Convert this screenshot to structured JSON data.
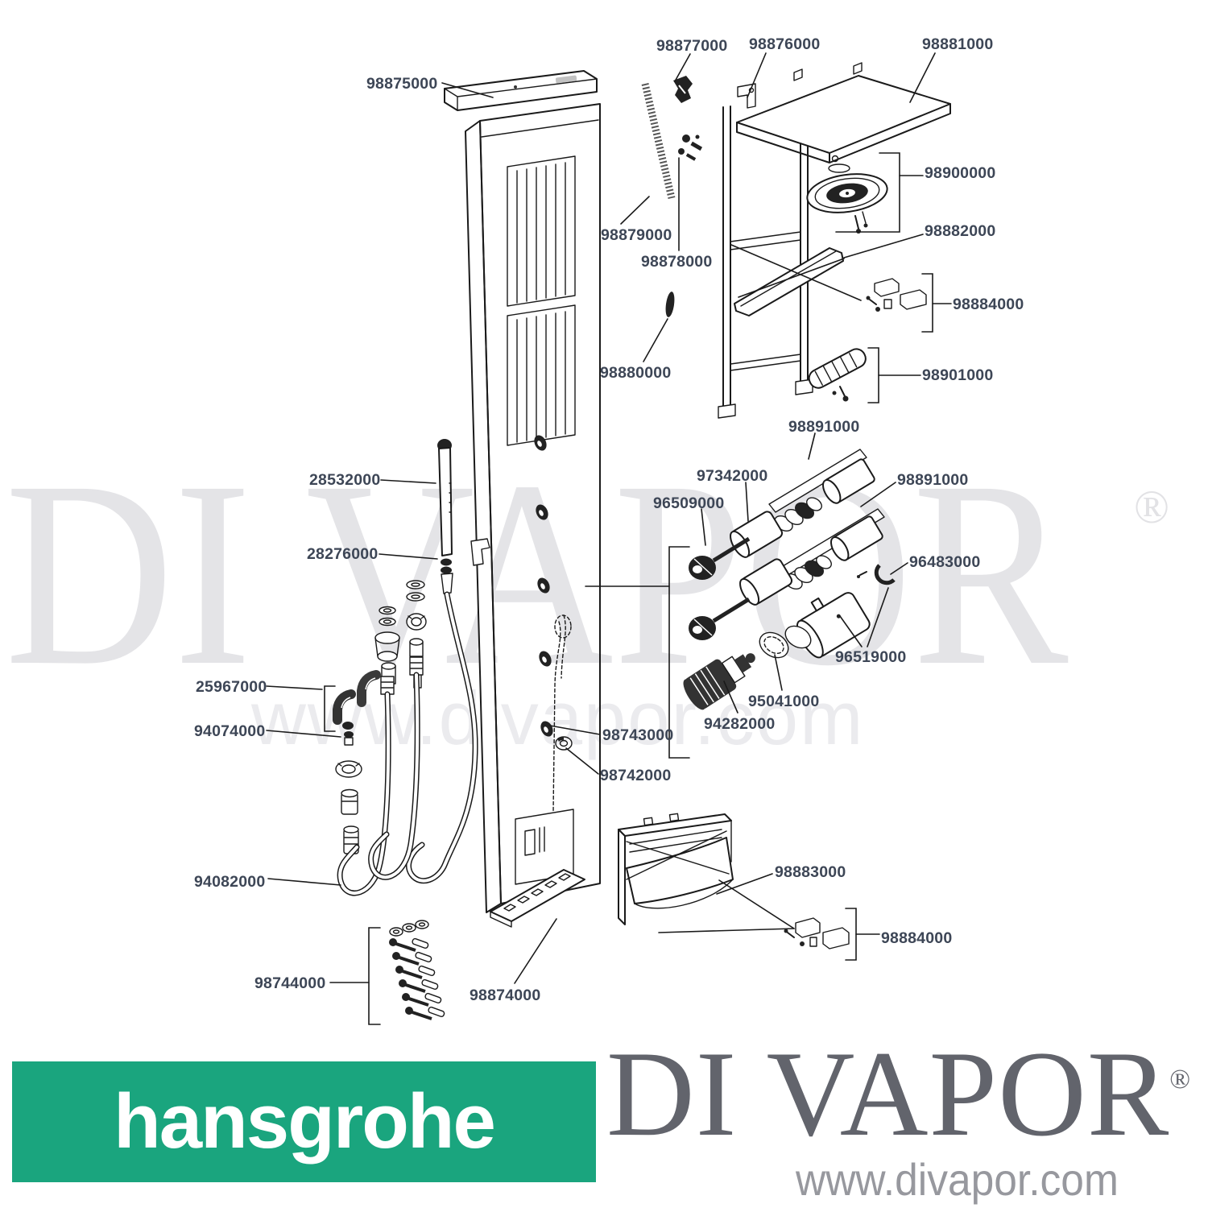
{
  "diagram": {
    "labels": [
      {
        "text": "98875000"
      },
      {
        "text": "98877000"
      },
      {
        "text": "98876000"
      },
      {
        "text": "98881000"
      },
      {
        "text": "98900000"
      },
      {
        "text": "98882000"
      },
      {
        "text": "98879000"
      },
      {
        "text": "98878000"
      },
      {
        "text": "98884000"
      },
      {
        "text": "98880000"
      },
      {
        "text": "98901000"
      },
      {
        "text": "98891000"
      },
      {
        "text": "97342000"
      },
      {
        "text": "96509000"
      },
      {
        "text": "98891000"
      },
      {
        "text": "96483000"
      },
      {
        "text": "28532000"
      },
      {
        "text": "28276000"
      },
      {
        "text": "96519000"
      },
      {
        "text": "95041000"
      },
      {
        "text": "94282000"
      },
      {
        "text": "25967000"
      },
      {
        "text": "94074000"
      },
      {
        "text": "98743000"
      },
      {
        "text": "98742000"
      },
      {
        "text": "94082000"
      },
      {
        "text": "98883000"
      },
      {
        "text": "98884000"
      },
      {
        "text": "98744000"
      },
      {
        "text": "98874000"
      }
    ]
  },
  "watermark": {
    "brand": "DI VAPOR",
    "registered": "®",
    "url": "www.divapor.com"
  },
  "footer": {
    "hansgrohe_logo": "hansgrohe",
    "divapor_logo": "DI VAPOR",
    "registered": "®",
    "url": "www.divapor.com"
  },
  "colors": {
    "hansgrohe_green": "#1aa57e",
    "label_text": "#3d4656",
    "line_art": "#1a1a1a",
    "watermark_gray": "#e4e4e7",
    "footer_logo_gray": "#62646c",
    "footer_url_gray": "#97989e"
  }
}
